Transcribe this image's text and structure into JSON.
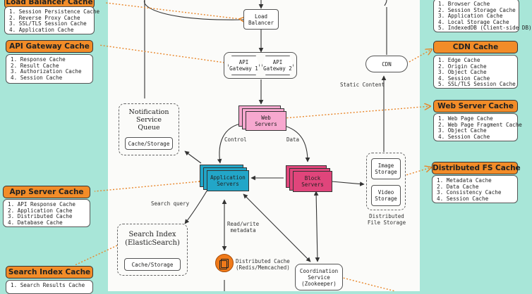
{
  "left_caches": [
    {
      "title": "Load Balancer Cache",
      "items": [
        "1. Session Persistence Cache",
        "2. Reverse Proxy Cache",
        "3. SSL/TLS Session Cache",
        "4. Application Cache"
      ]
    },
    {
      "title": "API Gateway Cache",
      "items": [
        "1. Response Cache",
        "2. Result Cache",
        "3. Authorization Cache",
        "4. Session Cache"
      ]
    },
    {
      "title": "App Server Cache",
      "items": [
        "1. API Response Cache",
        "2. Application Cache",
        "3. Distributed Cache",
        "4. Database Cache"
      ]
    },
    {
      "title": "Search Index Cache",
      "items": [
        "1. Search Results Cache"
      ]
    }
  ],
  "right_caches": [
    {
      "title": "",
      "items": [
        "1. Browser Cache",
        "2. Session Storage Cache",
        "3. Application Cache",
        "4. Local Storage Cache",
        "5. IndexedDB (Client-side DB)"
      ]
    },
    {
      "title": "CDN Cache",
      "items": [
        "1. Edge Cache",
        "2. Origin Cache",
        "3. Object Cache",
        "4. Session Cache",
        "5. SSL/TLS Session Cache"
      ]
    },
    {
      "title": "Web Server Cache",
      "items": [
        "1. Web Page Cache",
        "2. Web Page Fragment Cache",
        "3. Object Cache",
        "4. Session Cache"
      ]
    },
    {
      "title": "Distributed FS Cache",
      "items": [
        "1. Metadata Cache",
        "2. Data Cache",
        "3. Consistency Cache",
        "4. Session Cache"
      ]
    }
  ],
  "nodes": {
    "load_balancer": "Load\nBalancer",
    "api_gateway_1": "API\nGateway 1",
    "api_gateway_2": "API\nGateway 2",
    "cdn": "CDN",
    "web_servers": "Web\nServers",
    "app_servers": "Application\nServers",
    "block_servers": "Block\nServers",
    "notification_queue": "Notification\nService\nQueue",
    "notification_storage": "Cache/Storage",
    "search_index": "Search Index\n(ElasticSearch)",
    "search_storage": "Cache/Storage",
    "image_storage": "Image\nStorage",
    "video_storage": "Video\nStorage",
    "dfs_label": "Distributed\nFile Storage",
    "distributed_cache": "Distributed Cache\n(Redis/Memcached)",
    "coordination": "Coordination\nService\n(Zookeeper)"
  },
  "edge_labels": {
    "static_content": "Static Content",
    "control": "Control",
    "data": "Data",
    "search_query": "Search query",
    "read_write": "Read/write\nmetadata"
  },
  "colors": {
    "background": "#a8e6d8",
    "label": "#f28c28",
    "web": "#f7a8cf",
    "app": "#22a6c8",
    "block": "#e0457b"
  }
}
